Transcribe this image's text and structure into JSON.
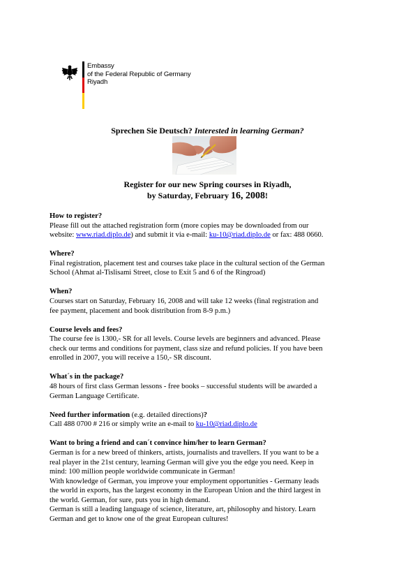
{
  "colors": {
    "flag_black": "#000000",
    "flag_red": "#dd0000",
    "flag_gold": "#ffcc00",
    "link": "#0000ee"
  },
  "letterhead": {
    "icon": "federal-eagle-icon",
    "line1": "Embassy",
    "line2": "of the Federal Republic of Germany",
    "line3": "Riyadh"
  },
  "headline": {
    "question": "Sprechen Sie Deutsch?",
    "question_italic": "Interested in learning German?"
  },
  "register": {
    "line1": "Register for our new Spring courses in Riyadh,",
    "line2_prefix": "by Saturday, February",
    "line2_date": "16, 2008",
    "line2_suffix": "!"
  },
  "sections": {
    "how": {
      "title": "How to register?",
      "line1": "Please fill out the attached registration form (more copies may be downloaded from our",
      "line2_prefix": "website: ",
      "website_link": "www.riad.diplo.de",
      "line2_mid": ") and submit it via e-mail: ",
      "email_link": "ku-10@riad.diplo.de",
      "line2_suffix": " or fax: 488 0660."
    },
    "where": {
      "title": "Where?",
      "line1": "Final registration, placement test and courses take place in the cultural section of the German",
      "line2": "School (Ahmat al-Tislisami Street, close to Exit 5 and 6 of the Ringroad)"
    },
    "when": {
      "title": "When?",
      "line1": "Courses start on Saturday, February 16, 2008 and will take 12 weeks (final registration and",
      "line2": "fee payment, placement and book distribution from 8-9 p.m.)"
    },
    "fees": {
      "title": "Course levels and fees?",
      "line1": "The course fee is 1300,- SR for all levels. Course levels are beginners and advanced. Please",
      "line2": "check our terms and conditions for payment, class size and refund policies. If you have been",
      "line3": "enrolled in 2007, you will receive a 150,- SR discount."
    },
    "package": {
      "title": "What´s in the package?",
      "line1": "48 hours of first class German lessons - free books – successful students will be awarded a",
      "line2": "German Language Certificate."
    },
    "info": {
      "title": "Need further information",
      "title_normal": " (e.g. detailed directions)",
      "title_end": "?",
      "line1_prefix": "Call 488 0700 # 216 or simply write an e-mail to ",
      "email_link": "ku-10@riad.diplo.de"
    },
    "friend": {
      "title": "Want to bring a friend and can´t convince him/her to learn German?",
      "line1": "German is for a new breed of thinkers, artists, journalists and travellers. If you want to be a",
      "line2": "real player in the 21st century, learning German will give you the edge you need. Keep in",
      "line3": "mind: 100 million people worldwide communicate in German!",
      "line4": "With knowledge of German, you improve your employment opportunities - Germany leads",
      "line5": "the world in exports, has the largest economy in the European Union and the third largest in",
      "line6": "the world. German, for sure, puts you in high demand.",
      "line7": "German is still a leading language of science, literature, art, philosophy and history. Learn",
      "line8": "German and get to know one of the great European cultures!"
    }
  }
}
